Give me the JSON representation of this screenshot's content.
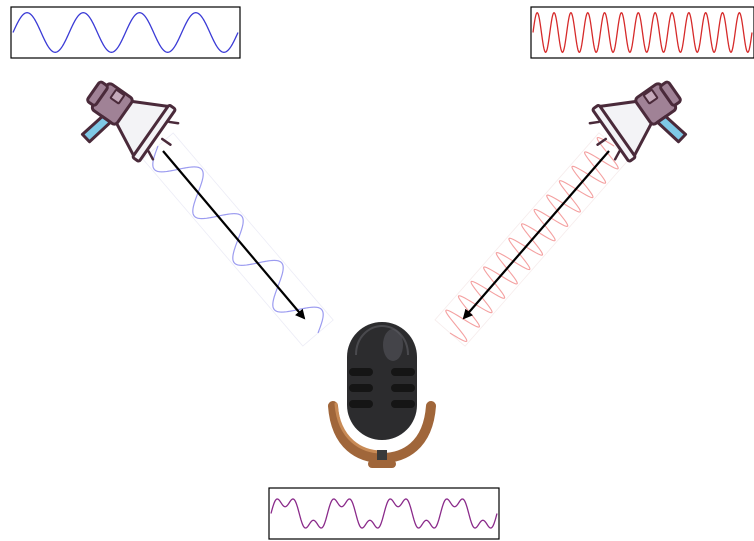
{
  "signals": {
    "left": {
      "cycles": 4,
      "color": "#3b3bd6"
    },
    "right": {
      "cycles": 13,
      "color": "#d62a2a"
    },
    "mixed": {
      "cycles": 4,
      "harmonic": 3,
      "color": "#8a2a8a"
    }
  },
  "beams": {
    "left": {
      "color": "#9b9bf0"
    },
    "right": {
      "color": "#f4a0a0"
    }
  },
  "icons": [
    "megaphone-icon",
    "megaphone-icon",
    "microphone-icon",
    "arrow-icon"
  ]
}
